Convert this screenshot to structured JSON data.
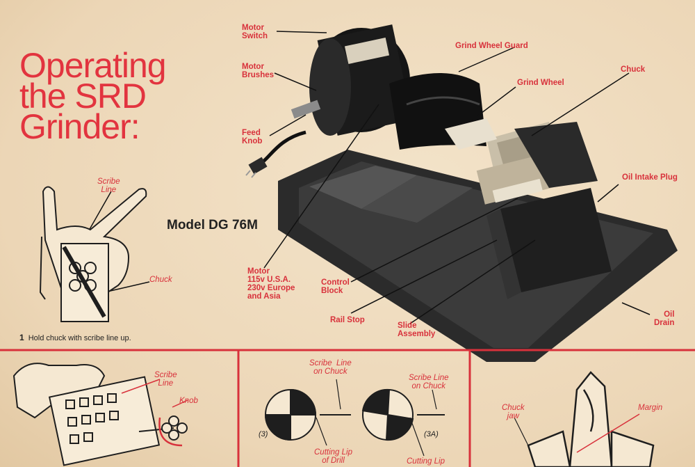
{
  "title": {
    "line1": "Operating",
    "line2": "the SRD",
    "line3": "Grinder:"
  },
  "model": "Model DG 76M",
  "labels": {
    "motor_switch": "Motor\nSwitch",
    "motor_brushes": "Motor\nBrushes",
    "feed_knob": "Feed\nKnob",
    "motor": "Motor\n115v U.S.A.\n230v Europe\nand Asia",
    "grind_wheel_guard": "Grind Wheel Guard",
    "grind_wheel": "Grind Wheel",
    "chuck": "Chuck",
    "oil_intake_plug": "Oil Intake Plug",
    "control_block": "Control\nBlock",
    "rail_stop": "Rail Stop",
    "slide_assembly": "Slide\nAssembly",
    "oil_drain": "Oil\nDrain"
  },
  "hand_figure": {
    "scribe_line": "Scribe\nLine",
    "chuck": "Chuck"
  },
  "step1": {
    "number": "1",
    "text": "Hold chuck with scribe line up."
  },
  "panel2": {
    "scribe_line": "Scribe\nLine",
    "knob": "Knob"
  },
  "panel3": {
    "scribe_on_chuck_a": "Scribe  Line\non Chuck",
    "scribe_on_chuck_b": "Scribe Line\non Chuck",
    "fig3": "(3)",
    "fig3a": "(3A)",
    "lip_a": "Cutting Lip\nof Drill",
    "lip_b": "Cutting Lip"
  },
  "panel4": {
    "chuck_jaw": "Chuck\njaw",
    "margin": "Margin"
  },
  "colors": {
    "accent_red": "#d8313b",
    "paper": "#efdcc0",
    "ink": "#1e1e1e"
  }
}
